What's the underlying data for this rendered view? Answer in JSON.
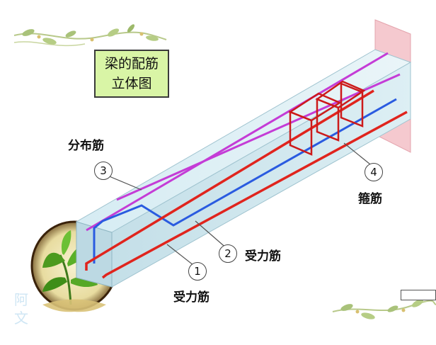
{
  "title": {
    "line1": "梁的配筋",
    "line2": "立体图"
  },
  "labels": {
    "distribution_bar": "分布筋",
    "stirrup": "箍筋",
    "main_bar_2": "受力筋",
    "main_bar_1": "受力筋"
  },
  "markers": {
    "m1": "1",
    "m2": "2",
    "m3": "3",
    "m4": "4"
  },
  "watermark": {
    "text": "阿文"
  },
  "colors": {
    "beam_face": "#cfe6ee",
    "beam_top": "#e4f2f6",
    "beam_side": "#b8d6e0",
    "wall": "#f5c9cf",
    "main_bar": "#e0241d",
    "distribution_bar": "#c43cd6",
    "blue_bar": "#2a5be0",
    "stirrup": "#cc1a1a",
    "title_bg": "#d9f5a6"
  }
}
